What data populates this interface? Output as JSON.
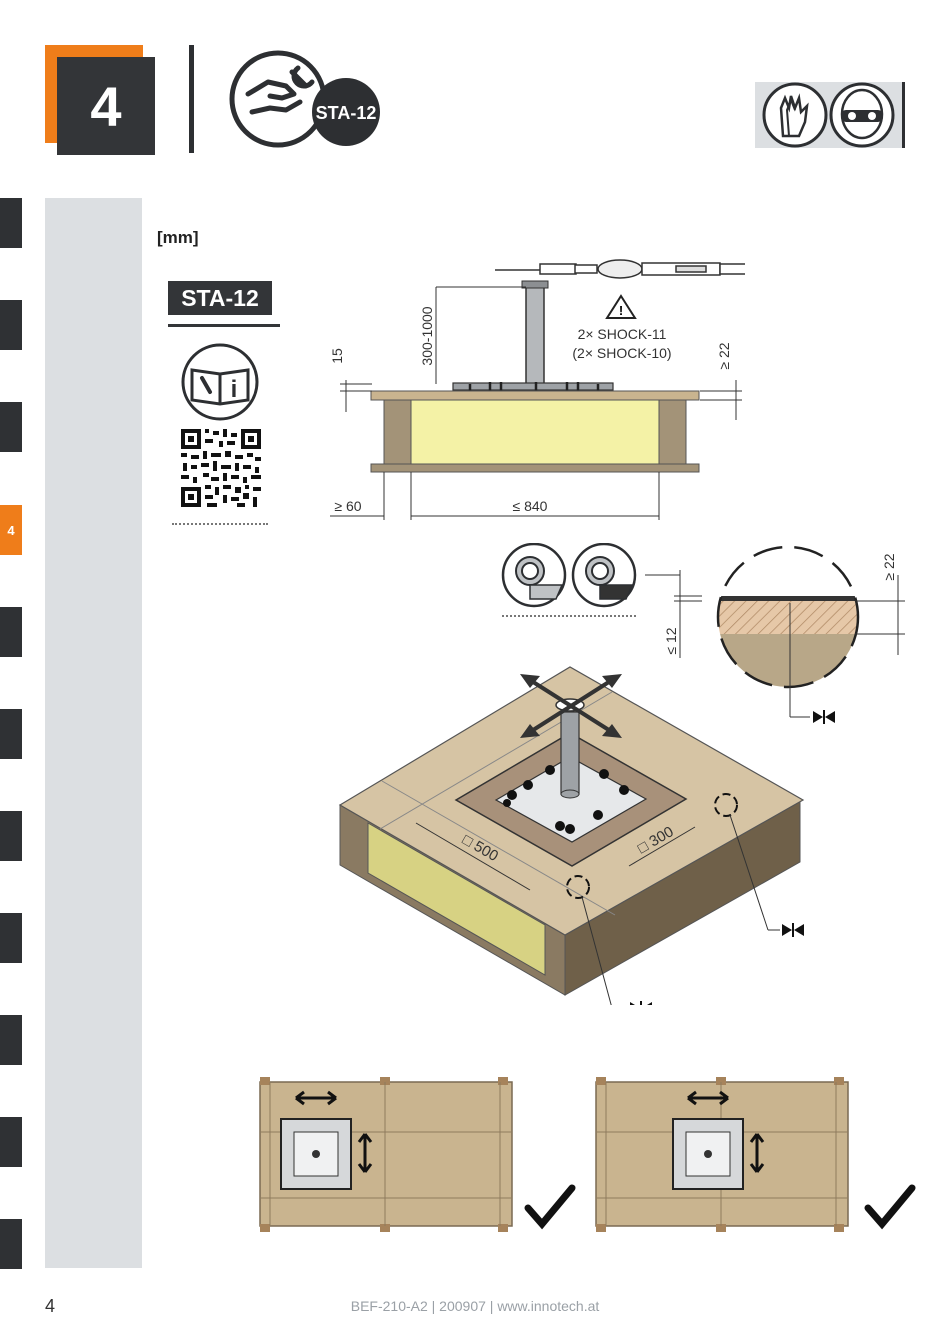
{
  "header": {
    "step_number": "4",
    "tool_badge": "STA-12"
  },
  "sidebar": {
    "active_label": "4"
  },
  "content": {
    "unit": "[mm]",
    "tool_tag": "STA-12"
  },
  "diagram": {
    "warning_line1": "2× SHOCK-11",
    "warning_line2": "(2× SHOCK-10)",
    "dim_height": "300-1000",
    "dim_15": "15",
    "dim_22": "≥ 22",
    "dim_60": "≥ 60",
    "dim_840": "≤ 840",
    "detail_22": "≥ 22",
    "detail_12": "≤ 12",
    "dim_500": "□ 500",
    "dim_300": "□ 300"
  },
  "footer": {
    "page": "4",
    "reference": "BEF-210-A2 | 200907 | www.innotech.at"
  },
  "colors": {
    "accent": "#ef7d1a",
    "dark": "#333538",
    "panel": "#dcdfe2",
    "wood": "#d6c4a4",
    "insulation": "#f4f2a6"
  }
}
